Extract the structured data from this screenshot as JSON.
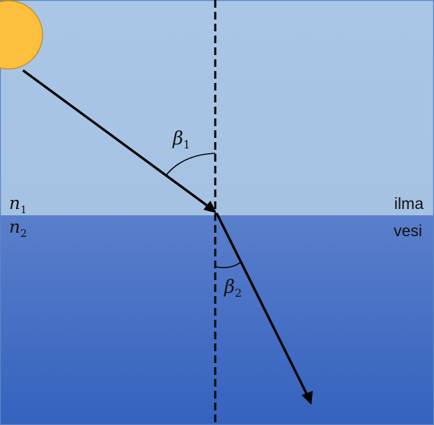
{
  "media": {
    "top": {
      "name": "ilma",
      "index_symbol": "n",
      "index_subscript": "1"
    },
    "bottom": {
      "name": "vesi",
      "index_symbol": "n",
      "index_subscript": "2"
    }
  },
  "angles": {
    "incidence": {
      "symbol": "β",
      "subscript": "1"
    },
    "refraction": {
      "symbol": "β",
      "subscript": "2"
    }
  },
  "colors": {
    "air_top": "#aac6e6",
    "air_bottom": "#a6c2e3",
    "water_top": "#5a7fcb",
    "water_bottom": "#3462bd",
    "sun_fill": "#fdbf3e",
    "sun_stroke": "#c98f1e",
    "border": "#5a86c5",
    "ray": "#000000"
  },
  "icons": [
    "sun-icon",
    "arrowhead-icon"
  ]
}
